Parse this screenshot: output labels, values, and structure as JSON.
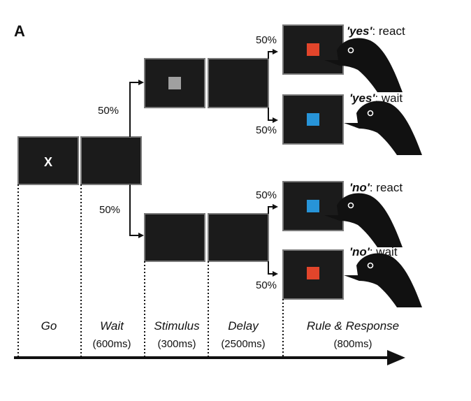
{
  "panel_label": "A",
  "branch_labels": {
    "upper_split": "50%",
    "lower_split": "50%",
    "yes_react": "50%",
    "yes_wait": "50%",
    "no_react": "50%",
    "no_wait": "50%"
  },
  "go_screen_symbol": "X",
  "outcomes": {
    "yes_react": {
      "quote": "'yes'",
      "action": ": react"
    },
    "yes_wait": {
      "quote": "'yes'",
      "action": ": wait"
    },
    "no_react": {
      "quote": "'no'",
      "action": ": react"
    },
    "no_wait": {
      "quote": "'no'",
      "action": ": wait"
    }
  },
  "phases": [
    {
      "name": "Go",
      "duration": ""
    },
    {
      "name": "Wait",
      "duration": "(600ms)"
    },
    {
      "name": "Stimulus",
      "duration": "(300ms)"
    },
    {
      "name": "Delay",
      "duration": "(2500ms)"
    },
    {
      "name": "Rule & Response",
      "duration": "(800ms)"
    }
  ],
  "colors": {
    "screen": "#1b1b1b",
    "screen_border": "#7a7a7a",
    "stimulus_gray": "#a0a0a0",
    "rule_red": "#e2452b",
    "rule_blue": "#2794d8",
    "ink": "#111111"
  }
}
